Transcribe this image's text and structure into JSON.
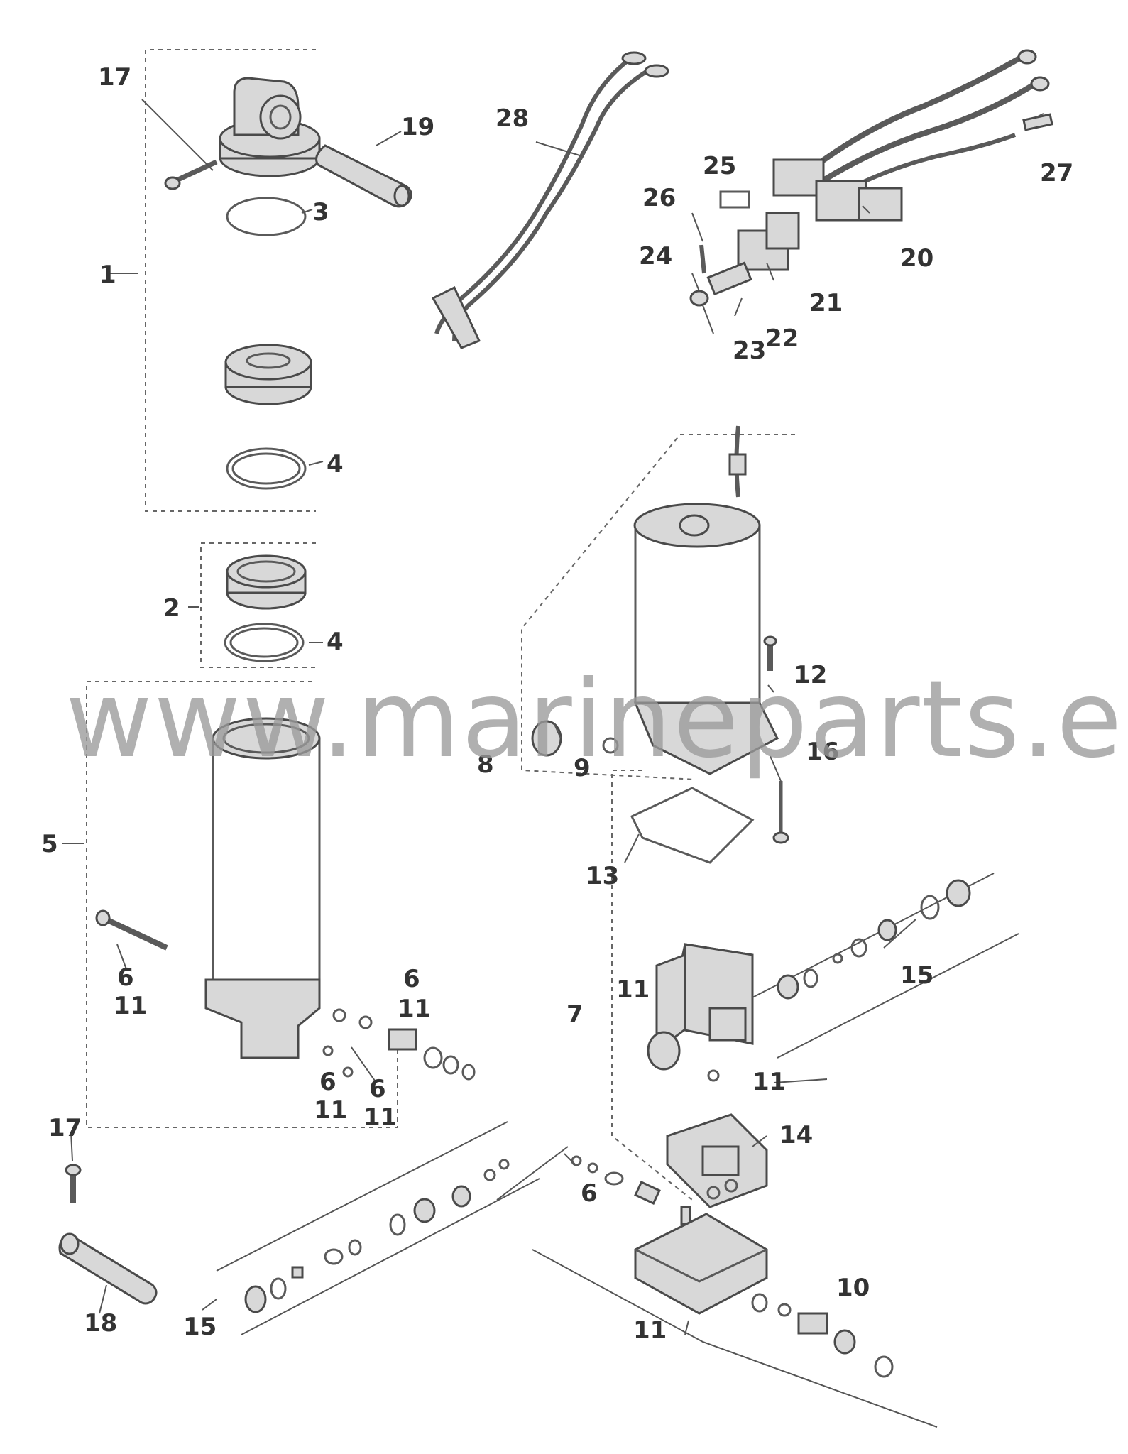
{
  "watermark": "www.marineparts.eu",
  "labels": {
    "n1": "1",
    "n2": "2",
    "n3": "3",
    "n4a": "4",
    "n4b": "4",
    "n5": "5",
    "n6a": "6",
    "n11a": "11",
    "n6b": "6",
    "n11b": "11",
    "n6c": "6",
    "n11c": "11",
    "n6d": "6",
    "n11d": "11",
    "n6e": "6",
    "n7": "7",
    "n8": "8",
    "n9": "9",
    "n10": "10",
    "n11e": "11",
    "n11f": "11",
    "n11g": "11",
    "n12": "12",
    "n13": "13",
    "n14": "14",
    "n15a": "15",
    "n15b": "15",
    "n16": "16",
    "n17a": "17",
    "n17b": "17",
    "n18": "18",
    "n19": "19",
    "n20": "20",
    "n21": "21",
    "n22": "22",
    "n23": "23",
    "n24": "24",
    "n25": "25",
    "n26": "26",
    "n27": "27",
    "n28": "28"
  }
}
